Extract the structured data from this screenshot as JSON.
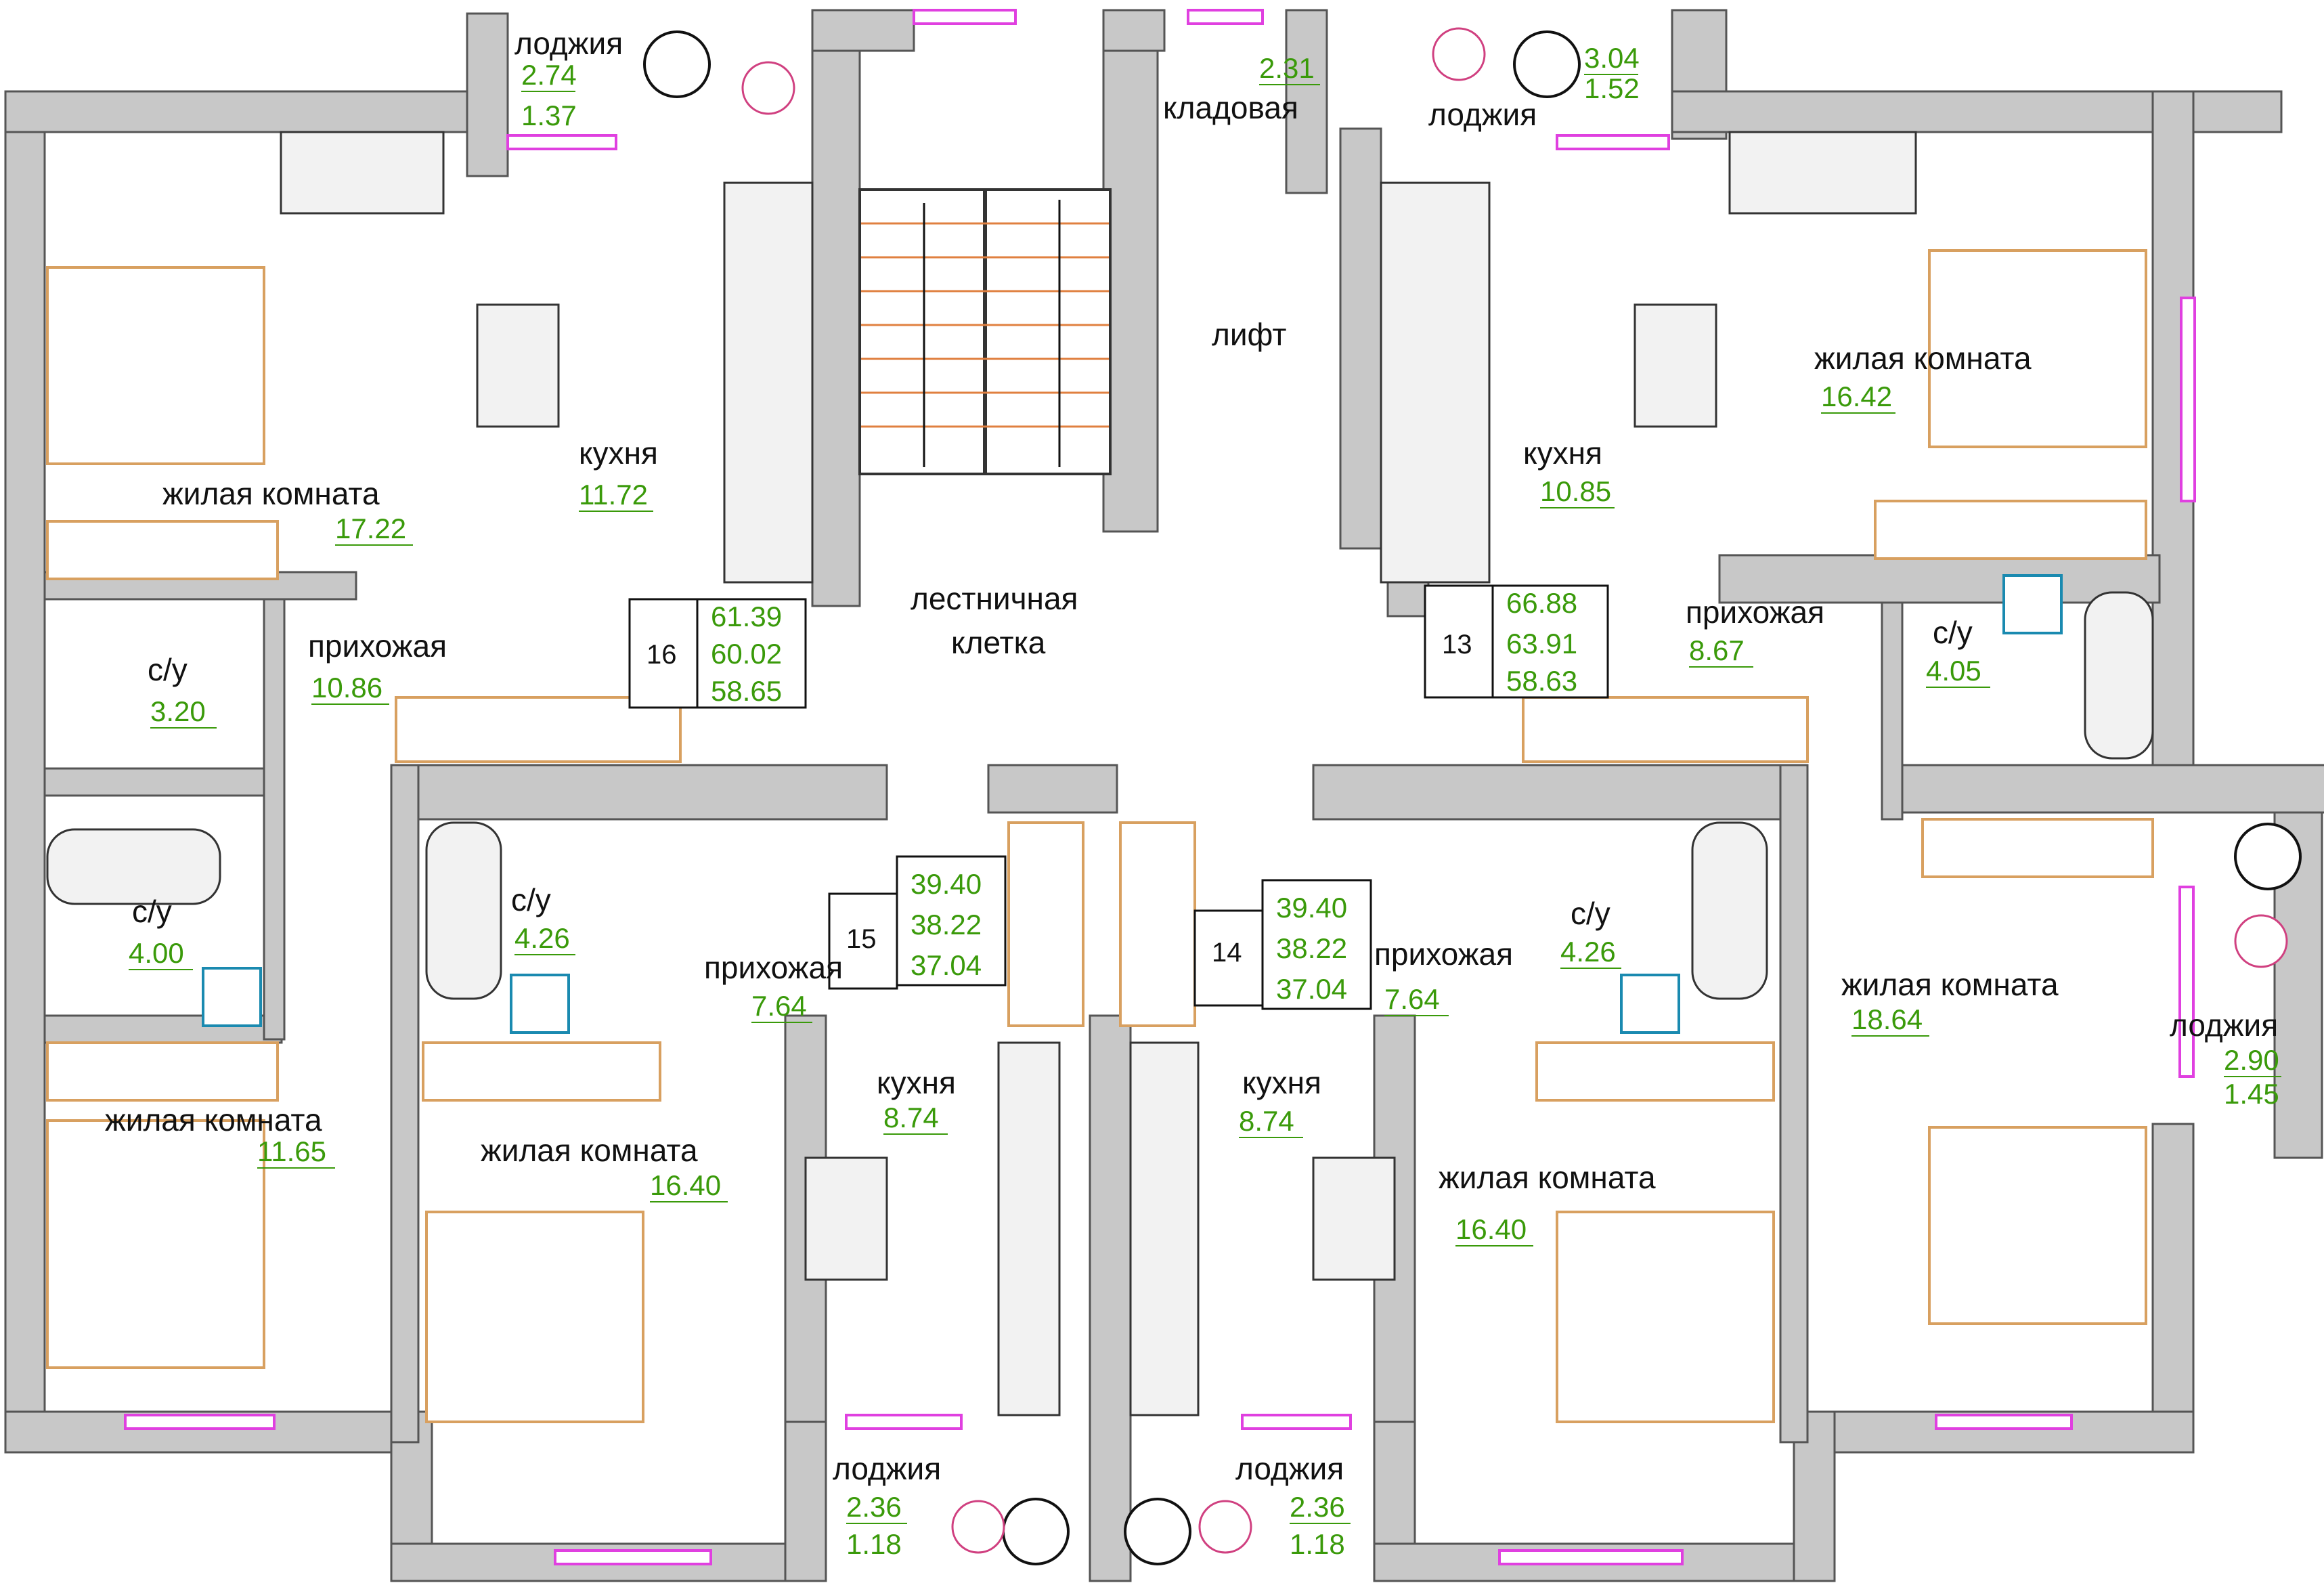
{
  "colors": {
    "wall": "#c8c8c8",
    "window": "#e040e0",
    "area_text": "#3a9a0a",
    "furniture_outline": "#d8a060",
    "label_text": "#111111"
  },
  "rooms": {
    "loggia_top_left": {
      "name": "лоджия",
      "a1": "2.74",
      "a2": "1.37"
    },
    "storage": {
      "name": "кладовая",
      "a1": "2.31"
    },
    "loggia_top_right": {
      "name": "лоджия",
      "a1": "3.04",
      "a2": "1.52"
    },
    "elevator": {
      "name": "лифт"
    },
    "stairwell": {
      "name1": "лестничная",
      "name2": "клетка"
    },
    "living_1": {
      "name": "жилая комната",
      "a1": "17.22"
    },
    "kitchen_1": {
      "name": "кухня",
      "a1": "11.72"
    },
    "hall_1": {
      "name": "прихожая",
      "a1": "10.86"
    },
    "bath_1a": {
      "name": "с/у",
      "a1": "3.20"
    },
    "bath_1b": {
      "name": "с/у",
      "a1": "4.00"
    },
    "living_1b": {
      "name": "жилая комната",
      "a1": "11.65"
    },
    "kitchen_13": {
      "name": "кухня",
      "a1": "10.85"
    },
    "living_13": {
      "name": "жилая комната",
      "a1": "16.42"
    },
    "hall_13": {
      "name": "прихожая",
      "a1": "8.67"
    },
    "bath_13": {
      "name": "с/у",
      "a1": "4.05"
    },
    "living_13b": {
      "name": "жилая комната",
      "a1": "18.64"
    },
    "loggia_right": {
      "name": "лоджия",
      "a1": "2.90",
      "a2": "1.45"
    },
    "bath_15": {
      "name": "с/у",
      "a1": "4.26"
    },
    "hall_15": {
      "name": "прихожая",
      "a1": "7.64"
    },
    "kitchen_15": {
      "name": "кухня",
      "a1": "8.74"
    },
    "living_15": {
      "name": "жилая комната",
      "a1": "16.40"
    },
    "loggia_15": {
      "name": "лоджия",
      "a1": "2.36",
      "a2": "1.18"
    },
    "bath_14": {
      "name": "с/у",
      "a1": "4.26"
    },
    "hall_14": {
      "name": "прихожая",
      "a1": "7.64"
    },
    "kitchen_14": {
      "name": "кухня",
      "a1": "8.74"
    },
    "living_14": {
      "name": "жилая комната",
      "a1": "16.40"
    },
    "loggia_14": {
      "name": "лоджия",
      "a1": "2.36",
      "a2": "1.18"
    }
  },
  "apartments": {
    "apt16": {
      "number": "16",
      "v1": "61.39",
      "v2": "60.02",
      "v3": "58.65"
    },
    "apt13": {
      "number": "13",
      "v1": "66.88",
      "v2": "63.91",
      "v3": "58.63"
    },
    "apt15": {
      "number": "15",
      "v1": "39.40",
      "v2": "38.22",
      "v3": "37.04"
    },
    "apt14": {
      "number": "14",
      "v1": "39.40",
      "v2": "38.22",
      "v3": "37.04"
    }
  }
}
